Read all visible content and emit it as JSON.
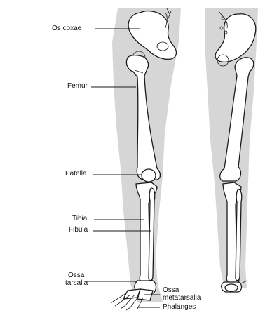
{
  "colors": {
    "background": "#ffffff",
    "leg_silhouette": "#d6d6d6",
    "bone_fill": "#ffffff",
    "outline": "#1a1a1a"
  },
  "labels": {
    "os_coxae": "Os coxae",
    "femur": "Femur",
    "patella": "Patella",
    "tibia": "Tibia",
    "fibula": "Fibula",
    "ossa_tarsalia_line1": "Ossa",
    "ossa_tarsalia_line2": "tarsalia",
    "ossa_metatarsalia_line1": "Ossa",
    "ossa_metatarsalia_line2": "metatarsalia",
    "phalanges": "Phalanges"
  }
}
